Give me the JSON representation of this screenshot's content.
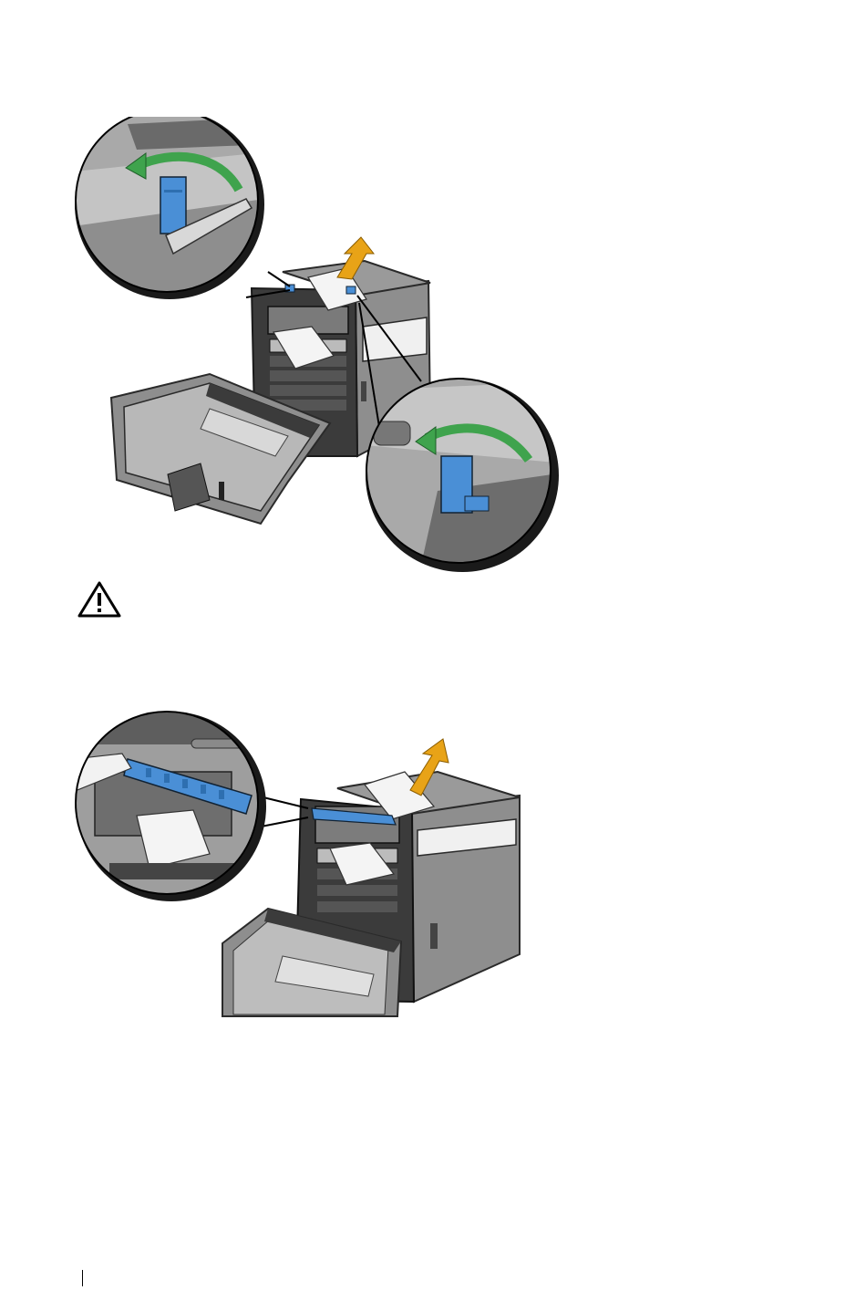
{
  "page": {
    "figures": [
      {
        "subject": "printer-jam-lever-release-illustration",
        "callouts": 2,
        "arrow_color": "#E8A317",
        "lever_color": "#4A8FD6",
        "rotate_arrow_color": "#3FA34D"
      },
      {
        "subject": "printer-fuser-chute-lift-illustration",
        "callouts": 1,
        "arrow_color": "#E8A317",
        "lever_color": "#4A8FD6"
      }
    ],
    "caution_icon": "warning-triangle-icon"
  },
  "colors": {
    "printer_body": "#8E8E8E",
    "printer_light": "#C9C9C9",
    "printer_dark": "#3B3B3B",
    "paper": "#F4F4F4",
    "accent_blue": "#4A8FD6",
    "accent_orange": "#E8A317",
    "accent_green": "#3FA34D"
  }
}
